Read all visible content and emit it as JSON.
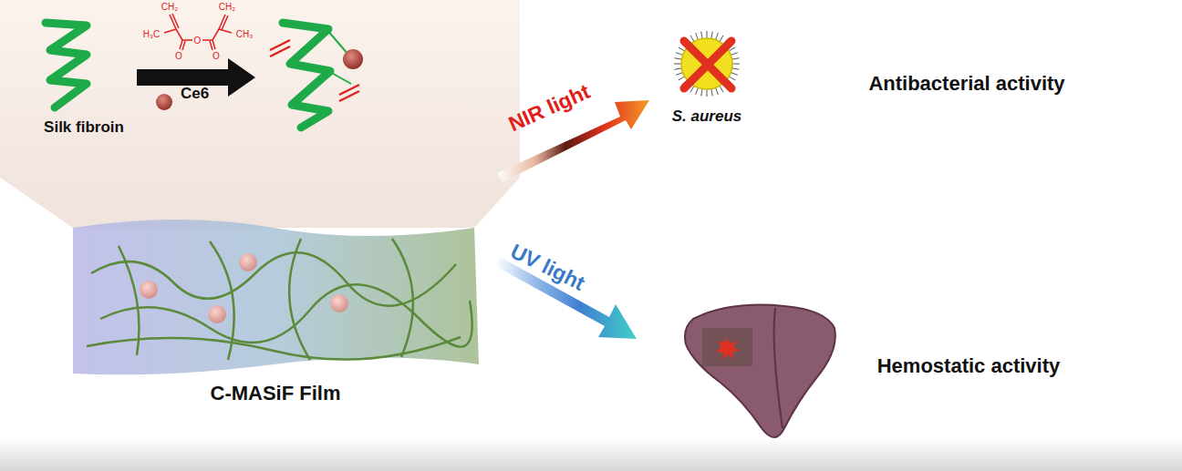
{
  "diagram": {
    "nodes": [
      {
        "text": [
          "Silk fibroin",
          "Ce6"
        ]
      },
      {
        "text": [
          "C-MASiF Film"
        ]
      }
    ],
    "labels": [
      "CH₂",
      "CH₂",
      "H₃C",
      "O",
      "O",
      "O",
      "CH₃",
      "NIR light",
      "S. aureus",
      "Antibacterial activity",
      "UV light",
      "Hemostatic activity"
    ]
  }
}
